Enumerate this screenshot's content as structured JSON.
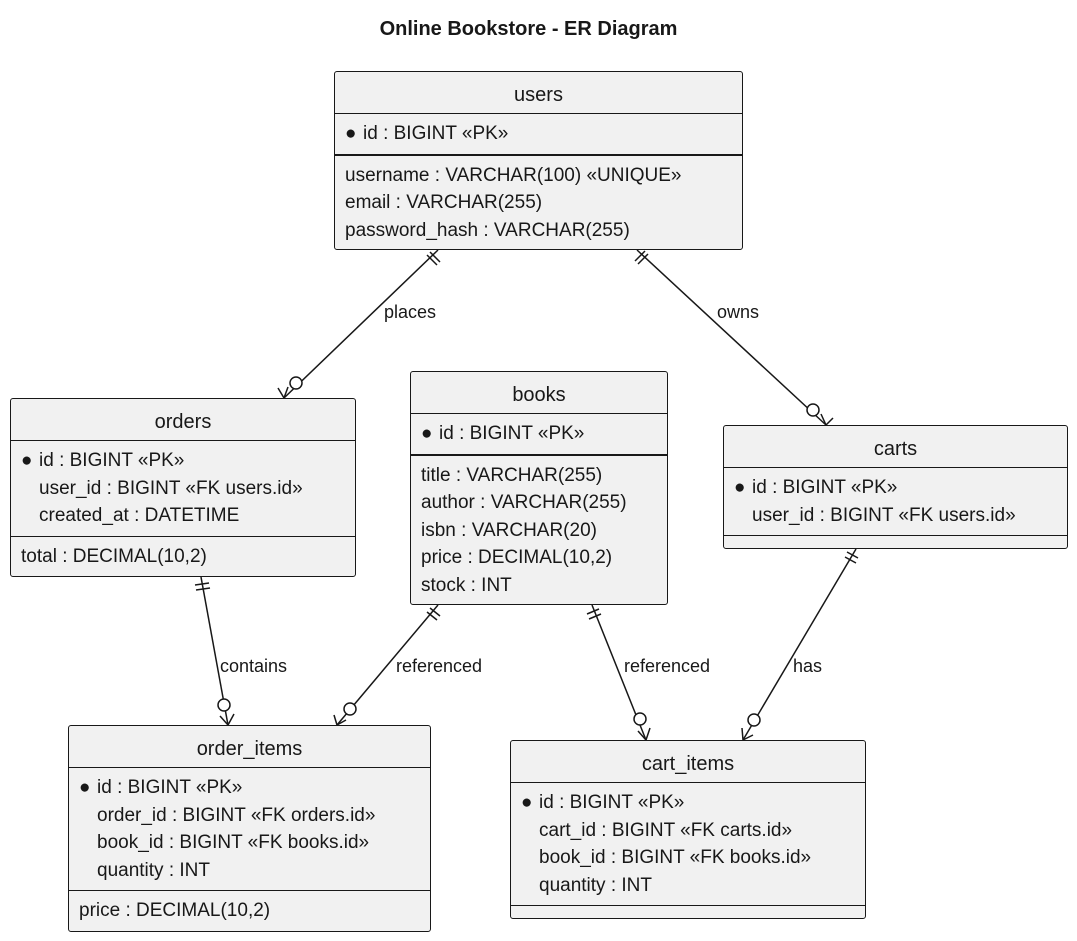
{
  "title": "Online Bookstore - ER Diagram",
  "entities": {
    "users": {
      "name": "users",
      "pk": "id : BIGINT «PK»",
      "attrs": [
        "username : VARCHAR(100) «UNIQUE»",
        "email : VARCHAR(255)",
        "password_hash : VARCHAR(255)"
      ]
    },
    "orders": {
      "name": "orders",
      "keys": [
        "id : BIGINT «PK»",
        "user_id : BIGINT «FK users.id»",
        "created_at : DATETIME"
      ],
      "attrs": [
        "total : DECIMAL(10,2)"
      ]
    },
    "books": {
      "name": "books",
      "pk": "id : BIGINT «PK»",
      "attrs": [
        "title : VARCHAR(255)",
        "author : VARCHAR(255)",
        "isbn : VARCHAR(20)",
        "price : DECIMAL(10,2)",
        "stock : INT"
      ]
    },
    "carts": {
      "name": "carts",
      "keys": [
        "id : BIGINT «PK»",
        "user_id : BIGINT «FK users.id»"
      ]
    },
    "order_items": {
      "name": "order_items",
      "keys": [
        "id : BIGINT «PK»",
        "order_id : BIGINT «FK orders.id»",
        "book_id : BIGINT «FK books.id»",
        "quantity : INT"
      ],
      "attrs": [
        "price : DECIMAL(10,2)"
      ]
    },
    "cart_items": {
      "name": "cart_items",
      "keys": [
        "id : BIGINT «PK»",
        "cart_id : BIGINT «FK carts.id»",
        "book_id : BIGINT «FK books.id»",
        "quantity : INT"
      ]
    }
  },
  "relationships": {
    "places": "places",
    "owns": "owns",
    "contains": "contains",
    "referenced_order": "referenced",
    "referenced_cart": "referenced",
    "has": "has"
  },
  "key_marker": "●"
}
